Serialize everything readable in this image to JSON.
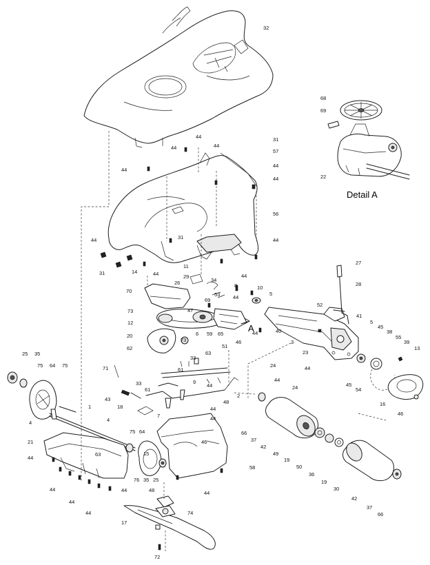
{
  "detail_title": "Detail A",
  "callout_A": "A",
  "labels": [
    {
      "id": "l32",
      "text": "32"
    },
    {
      "id": "l68",
      "text": "68"
    },
    {
      "id": "l69",
      "text": "69"
    },
    {
      "id": "l22",
      "text": "22"
    },
    {
      "id": "l44a",
      "text": "44"
    },
    {
      "id": "l44b",
      "text": "44"
    },
    {
      "id": "l44c",
      "text": "44"
    },
    {
      "id": "l31a",
      "text": "31"
    },
    {
      "id": "l57",
      "text": "57"
    },
    {
      "id": "l44d",
      "text": "44"
    },
    {
      "id": "l44e",
      "text": "44"
    },
    {
      "id": "l44f",
      "text": "44"
    },
    {
      "id": "l56",
      "text": "56"
    },
    {
      "id": "l44g",
      "text": "44"
    },
    {
      "id": "l44h",
      "text": "44"
    },
    {
      "id": "l31b",
      "text": "31"
    },
    {
      "id": "l31c",
      "text": "31"
    },
    {
      "id": "l14",
      "text": "14"
    },
    {
      "id": "l11",
      "text": "11"
    },
    {
      "id": "l29",
      "text": "29"
    },
    {
      "id": "l44i",
      "text": "44"
    },
    {
      "id": "l34",
      "text": "34"
    },
    {
      "id": "l8",
      "text": "8"
    },
    {
      "id": "l44j",
      "text": "44"
    },
    {
      "id": "l10",
      "text": "10"
    },
    {
      "id": "l27",
      "text": "27"
    },
    {
      "id": "l28",
      "text": "28"
    },
    {
      "id": "l70",
      "text": "70"
    },
    {
      "id": "l26",
      "text": "26"
    },
    {
      "id": "l53",
      "text": "53"
    },
    {
      "id": "l69b",
      "text": "69"
    },
    {
      "id": "l44k",
      "text": "44"
    },
    {
      "id": "l5a",
      "text": "5"
    },
    {
      "id": "l52",
      "text": "52"
    },
    {
      "id": "l73a",
      "text": "73"
    },
    {
      "id": "l47",
      "text": "47"
    },
    {
      "id": "l41",
      "text": "41"
    },
    {
      "id": "l5b",
      "text": "5"
    },
    {
      "id": "l45a",
      "text": "45"
    },
    {
      "id": "l12",
      "text": "12"
    },
    {
      "id": "l38",
      "text": "38"
    },
    {
      "id": "l55",
      "text": "55"
    },
    {
      "id": "l20",
      "text": "20"
    },
    {
      "id": "l6",
      "text": "6"
    },
    {
      "id": "l59",
      "text": "59"
    },
    {
      "id": "l65",
      "text": "65"
    },
    {
      "id": "l44l",
      "text": "44"
    },
    {
      "id": "l40",
      "text": "40"
    },
    {
      "id": "l39",
      "text": "39"
    },
    {
      "id": "l13",
      "text": "13"
    },
    {
      "id": "l73b",
      "text": "73"
    },
    {
      "id": "l46a",
      "text": "46"
    },
    {
      "id": "l62",
      "text": "62"
    },
    {
      "id": "l51",
      "text": "51"
    },
    {
      "id": "l3",
      "text": "3"
    },
    {
      "id": "l63a",
      "text": "63"
    },
    {
      "id": "l23",
      "text": "23"
    },
    {
      "id": "l25",
      "text": "25"
    },
    {
      "id": "l35a",
      "text": "35"
    },
    {
      "id": "l33a",
      "text": "33"
    },
    {
      "id": "l75a",
      "text": "75"
    },
    {
      "id": "l64a",
      "text": "64"
    },
    {
      "id": "l75b",
      "text": "75"
    },
    {
      "id": "l71",
      "text": "71"
    },
    {
      "id": "l24a",
      "text": "24"
    },
    {
      "id": "l44m",
      "text": "44"
    },
    {
      "id": "l61a",
      "text": "61"
    },
    {
      "id": "l44n",
      "text": "44"
    },
    {
      "id": "l33b",
      "text": "33"
    },
    {
      "id": "l9",
      "text": "9"
    },
    {
      "id": "l44o",
      "text": "44"
    },
    {
      "id": "l24b",
      "text": "24"
    },
    {
      "id": "l45b",
      "text": "45"
    },
    {
      "id": "l54",
      "text": "54"
    },
    {
      "id": "l61b",
      "text": "61"
    },
    {
      "id": "l2",
      "text": "2"
    },
    {
      "id": "l43",
      "text": "43"
    },
    {
      "id": "l16",
      "text": "16"
    },
    {
      "id": "l18",
      "text": "18"
    },
    {
      "id": "l48",
      "text": "48"
    },
    {
      "id": "l1",
      "text": "1"
    },
    {
      "id": "l44p",
      "text": "44"
    },
    {
      "id": "l46b",
      "text": "46"
    },
    {
      "id": "l7",
      "text": "7"
    },
    {
      "id": "l4a",
      "text": "4"
    },
    {
      "id": "l4b",
      "text": "4"
    },
    {
      "id": "l44q",
      "text": "44"
    },
    {
      "id": "l66a",
      "text": "66"
    },
    {
      "id": "l75c",
      "text": "75"
    },
    {
      "id": "l64b",
      "text": "64"
    },
    {
      "id": "l46c",
      "text": "46"
    },
    {
      "id": "l37a",
      "text": "37"
    },
    {
      "id": "l21",
      "text": "21"
    },
    {
      "id": "l15",
      "text": "15"
    },
    {
      "id": "l42a",
      "text": "42"
    },
    {
      "id": "l63b",
      "text": "63"
    },
    {
      "id": "l49",
      "text": "49"
    },
    {
      "id": "l44r",
      "text": "44"
    },
    {
      "id": "l19a",
      "text": "19"
    },
    {
      "id": "l58",
      "text": "58"
    },
    {
      "id": "l50",
      "text": "50"
    },
    {
      "id": "l76",
      "text": "76"
    },
    {
      "id": "l35b",
      "text": "35"
    },
    {
      "id": "l25b",
      "text": "25"
    },
    {
      "id": "l36",
      "text": "36"
    },
    {
      "id": "l19b",
      "text": "19"
    },
    {
      "id": "l44s",
      "text": "44"
    },
    {
      "id": "l48b",
      "text": "48"
    },
    {
      "id": "l44t",
      "text": "44"
    },
    {
      "id": "l30",
      "text": "30"
    },
    {
      "id": "l44u",
      "text": "44"
    },
    {
      "id": "l44v",
      "text": "44"
    },
    {
      "id": "l42b",
      "text": "42"
    },
    {
      "id": "l44w",
      "text": "44"
    },
    {
      "id": "l37b",
      "text": "37"
    },
    {
      "id": "l74",
      "text": "74"
    },
    {
      "id": "l66b",
      "text": "66"
    },
    {
      "id": "l17",
      "text": "17"
    },
    {
      "id": "l72",
      "text": "72"
    }
  ]
}
